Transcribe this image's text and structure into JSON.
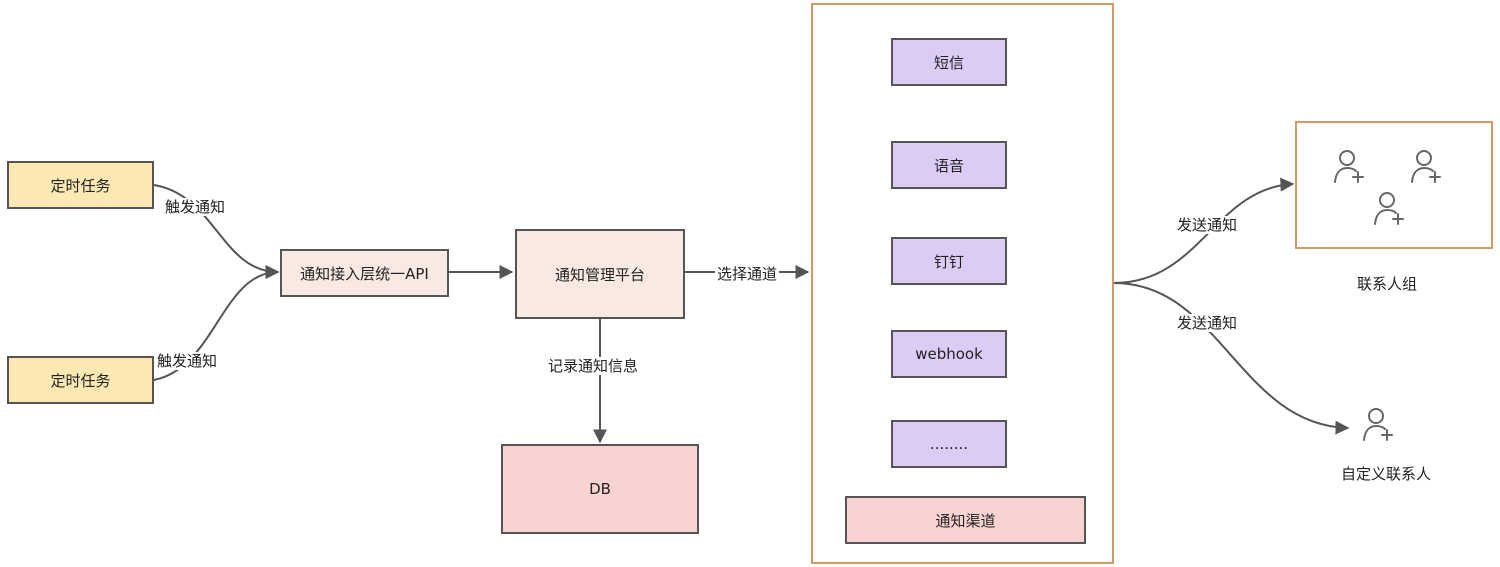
{
  "nodes": {
    "task_top": "定时任务",
    "task_bottom": "定时任务",
    "api": "通知接入层统一API",
    "platform": "通知管理平台",
    "db": "DB",
    "channels": [
      "短信",
      "语音",
      "钉钉",
      "webhook",
      "........"
    ],
    "channel_group": "通知渠道",
    "contact_group": "联系人组",
    "custom_contact": "自定义联系人"
  },
  "edges": {
    "trigger_top": "触发通知",
    "trigger_bottom": "触发通知",
    "record": "记录通知信息",
    "select_channel": "选择通道",
    "send_top": "发送通知",
    "send_bottom": "发送通知"
  },
  "colors": {
    "task_fill": "#fbe8b3",
    "platform_fill": "#f8e9e3",
    "db_fill": "#f9d3d2",
    "channel_fill": "#dcccf5",
    "group_border": "#d29a64",
    "line": "#555555"
  },
  "icons": [
    "add-user-icon",
    "add-user-icon",
    "add-user-icon",
    "add-user-icon"
  ]
}
